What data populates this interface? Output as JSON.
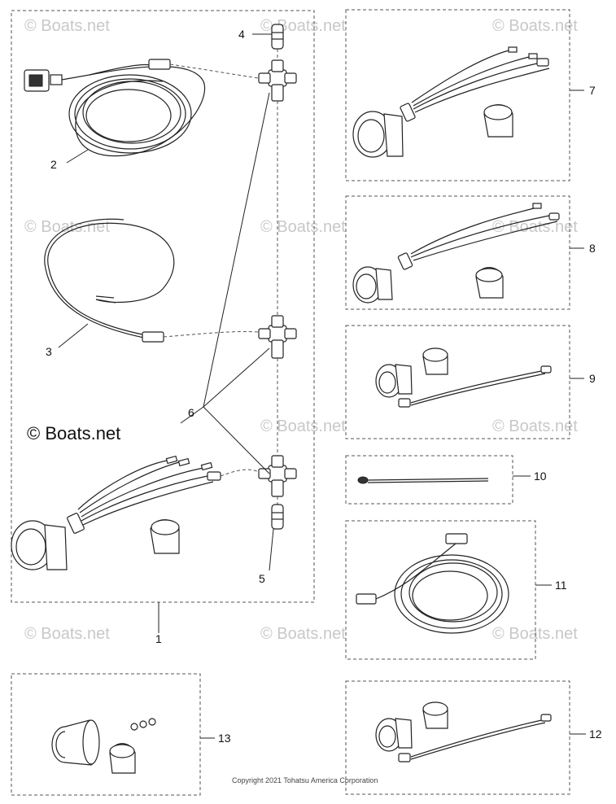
{
  "callouts": {
    "c1": "1",
    "c2": "2",
    "c3": "3",
    "c4": "4",
    "c5": "5",
    "c6": "6",
    "c7": "7",
    "c8": "8",
    "c9": "9",
    "c10": "10",
    "c11": "11",
    "c12": "12",
    "c13": "13"
  },
  "watermarks": {
    "faint": "© Boats.net",
    "main": "© Boats.net"
  },
  "copyright": "Copyright 2021 Tohatsu America Corporation"
}
